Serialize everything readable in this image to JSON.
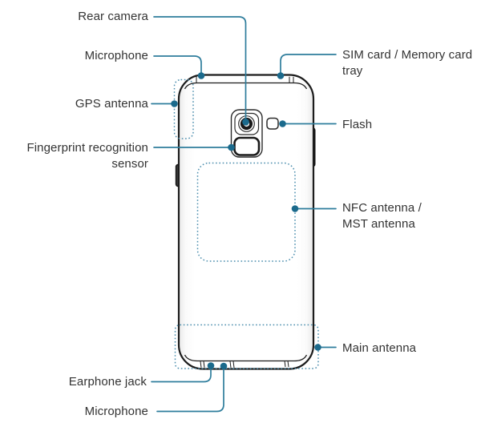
{
  "diagram_title": "Phone back view parts diagram",
  "labels": {
    "rear_camera": "Rear camera",
    "microphone_top": "Microphone",
    "gps_antenna": "GPS antenna",
    "fingerprint_sensor": "Fingerprint recognition sensor",
    "sim_tray": "SIM card / Memory card tray",
    "flash": "Flash",
    "nfc_antenna": "NFC antenna / MST antenna",
    "main_antenna": "Main antenna",
    "earphone_jack": "Earphone jack",
    "microphone_bottom": "Microphone"
  },
  "colors": {
    "leader_line": "#2e7d9c",
    "callout_dot": "#1b6a8c",
    "dotted_region": "#4a8dad",
    "device_outline": "#1c1c1c",
    "label_text": "#333333"
  }
}
